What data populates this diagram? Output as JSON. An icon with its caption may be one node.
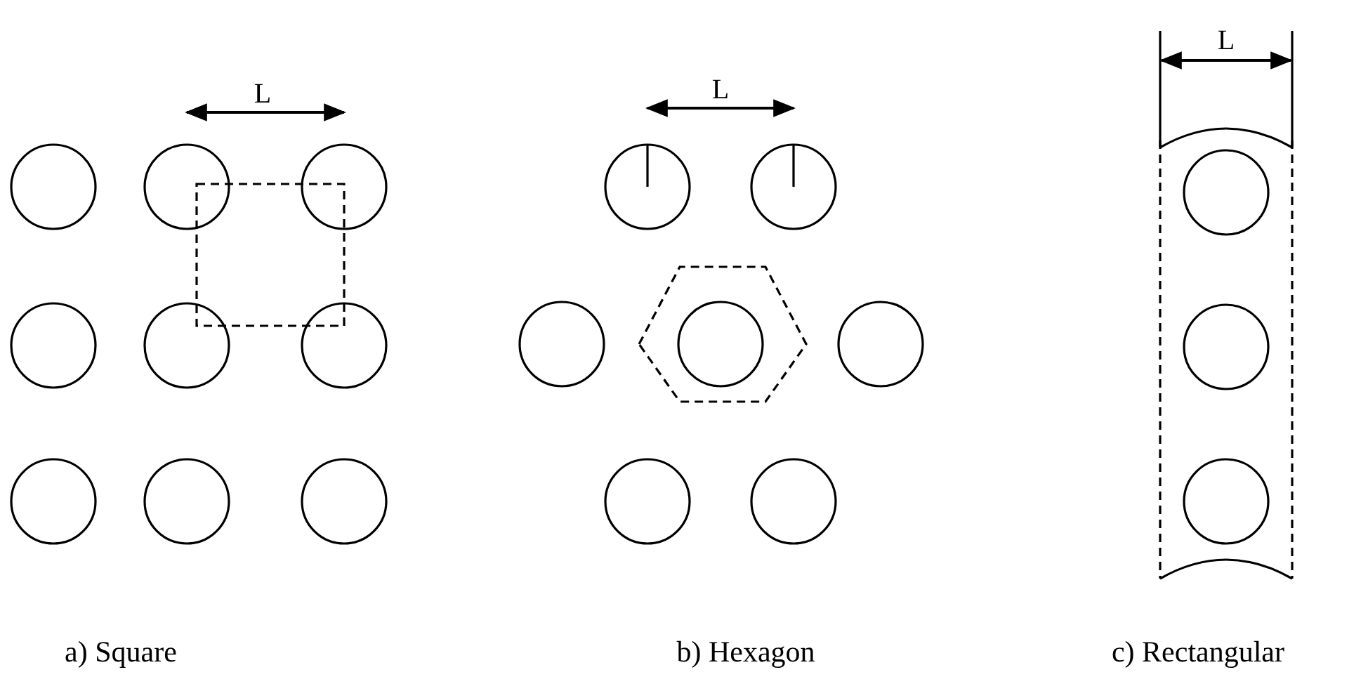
{
  "diagram": {
    "labels": [
      "L",
      "L",
      "L",
      "a) Square",
      "b) Hexagon",
      "c) Rectangular"
    ]
  }
}
